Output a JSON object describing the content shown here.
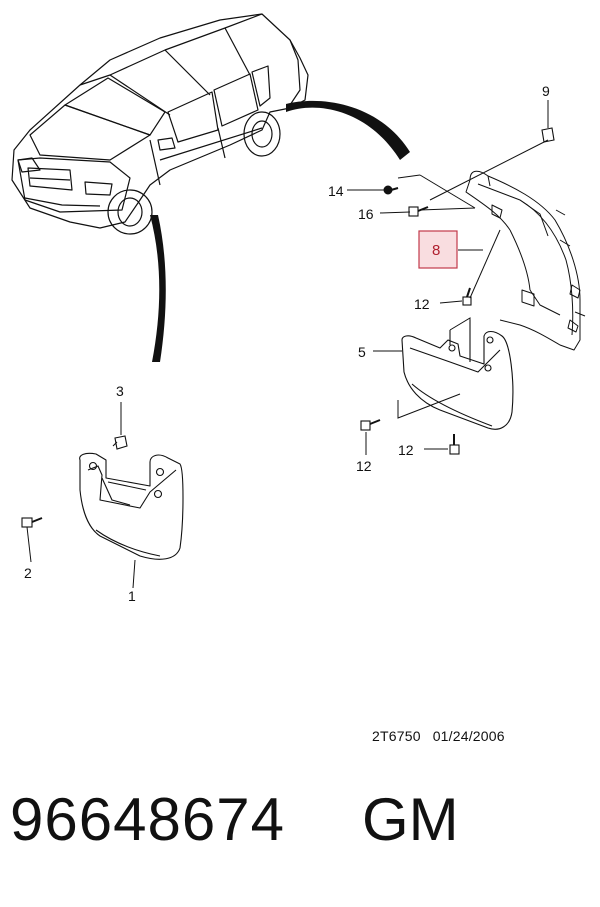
{
  "callouts": {
    "c1": "1",
    "c2": "2",
    "c3": "3",
    "c5": "5",
    "c8": "8",
    "c9": "9",
    "c12a": "12",
    "c12b": "12",
    "c12c": "12",
    "c14": "14",
    "c16": "16"
  },
  "footer": {
    "diagram_code": "2T6750",
    "date": "01/24/2006",
    "part_number": "96648674",
    "brand": "GM"
  },
  "colors": {
    "highlight_box_fill": "#f9dde0",
    "highlight_box_stroke": "#c23a4a",
    "line": "#111111"
  }
}
